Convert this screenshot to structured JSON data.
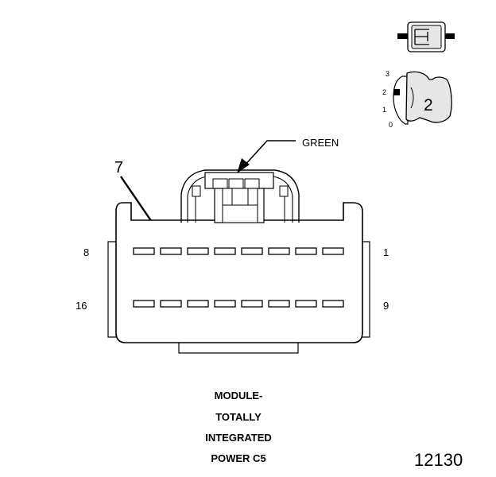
{
  "connector": {
    "color_label": "GREEN",
    "callout_pin": "7",
    "row1_left_pin": "8",
    "row1_right_pin": "1",
    "row2_left_pin": "16",
    "row2_right_pin": "9",
    "pins_per_row": 8
  },
  "view_indicator": {
    "position_labels": [
      "3",
      "2",
      "1",
      "0"
    ],
    "selected_view": "2"
  },
  "caption": {
    "line1": "MODULE-",
    "line2": "TOTALLY",
    "line3": "INTEGRATED",
    "line4": "POWER C5"
  },
  "reference_number": "12130"
}
